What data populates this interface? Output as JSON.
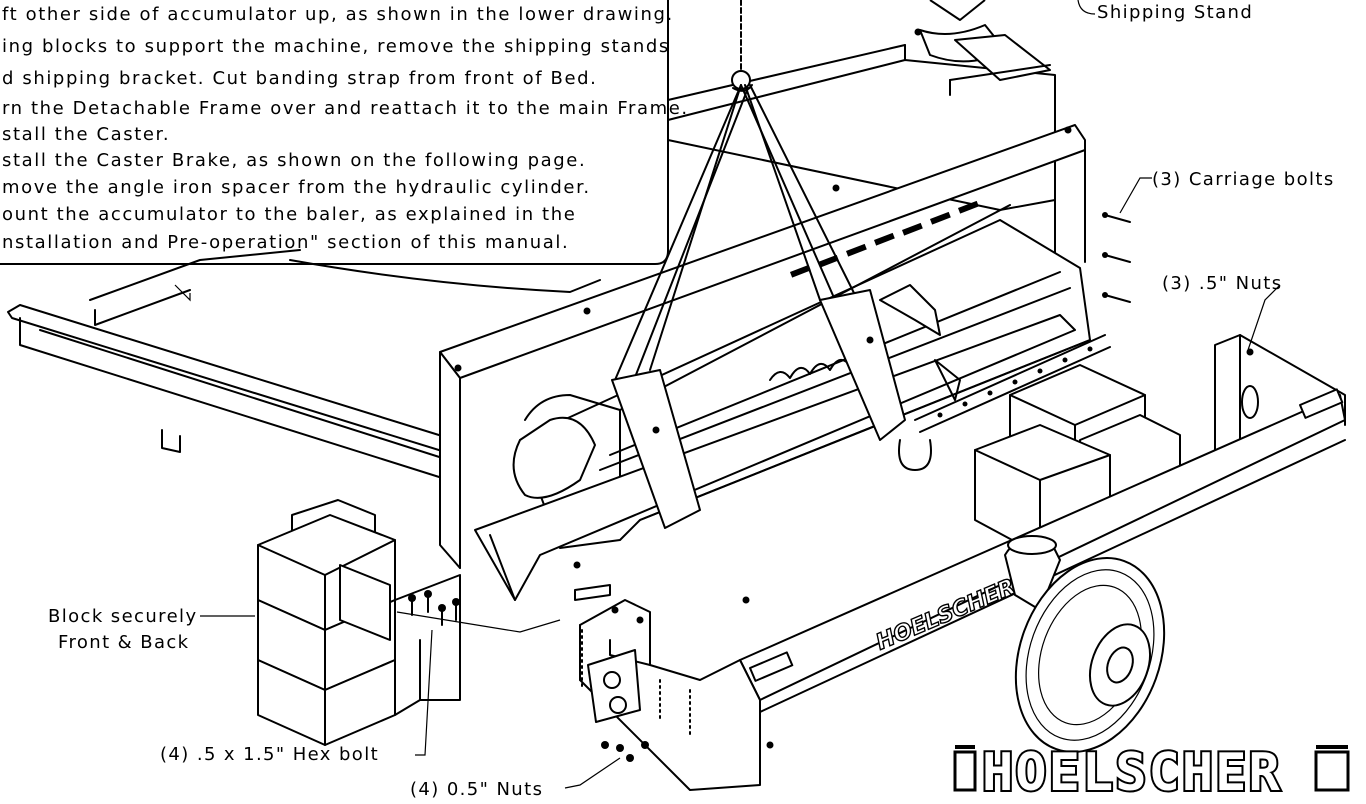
{
  "instructions": [
    "ft other side of accumulator up, as shown in the lower drawing.",
    "ing blocks to support the machine, remove the shipping stands",
    "d shipping bracket.  Cut banding strap from front of Bed.",
    "rn the Detachable Frame over and reattach it to the main Frame.",
    "stall the Caster.",
    "stall the Caster Brake, as shown on the following page.",
    "move the angle iron spacer from the hydraulic cylinder.",
    "ount the accumulator to the baler, as explained in the",
    "nstallation and Pre-operation\" section of this manual."
  ],
  "labels": {
    "shipping_stand": "Shipping Stand",
    "carriage_bolts": "(3) Carriage bolts",
    "half_inch_nuts": "(3) .5\" Nuts",
    "block_line1": "Block securely",
    "block_line2": "Front & Back",
    "hex_bolt": "(4) .5 x 1.5\" Hex bolt",
    "point5_nuts": "(4) 0.5\" Nuts"
  },
  "brand": {
    "logo": "HOELSCHER",
    "frame_decal": "HOELSCHER"
  }
}
